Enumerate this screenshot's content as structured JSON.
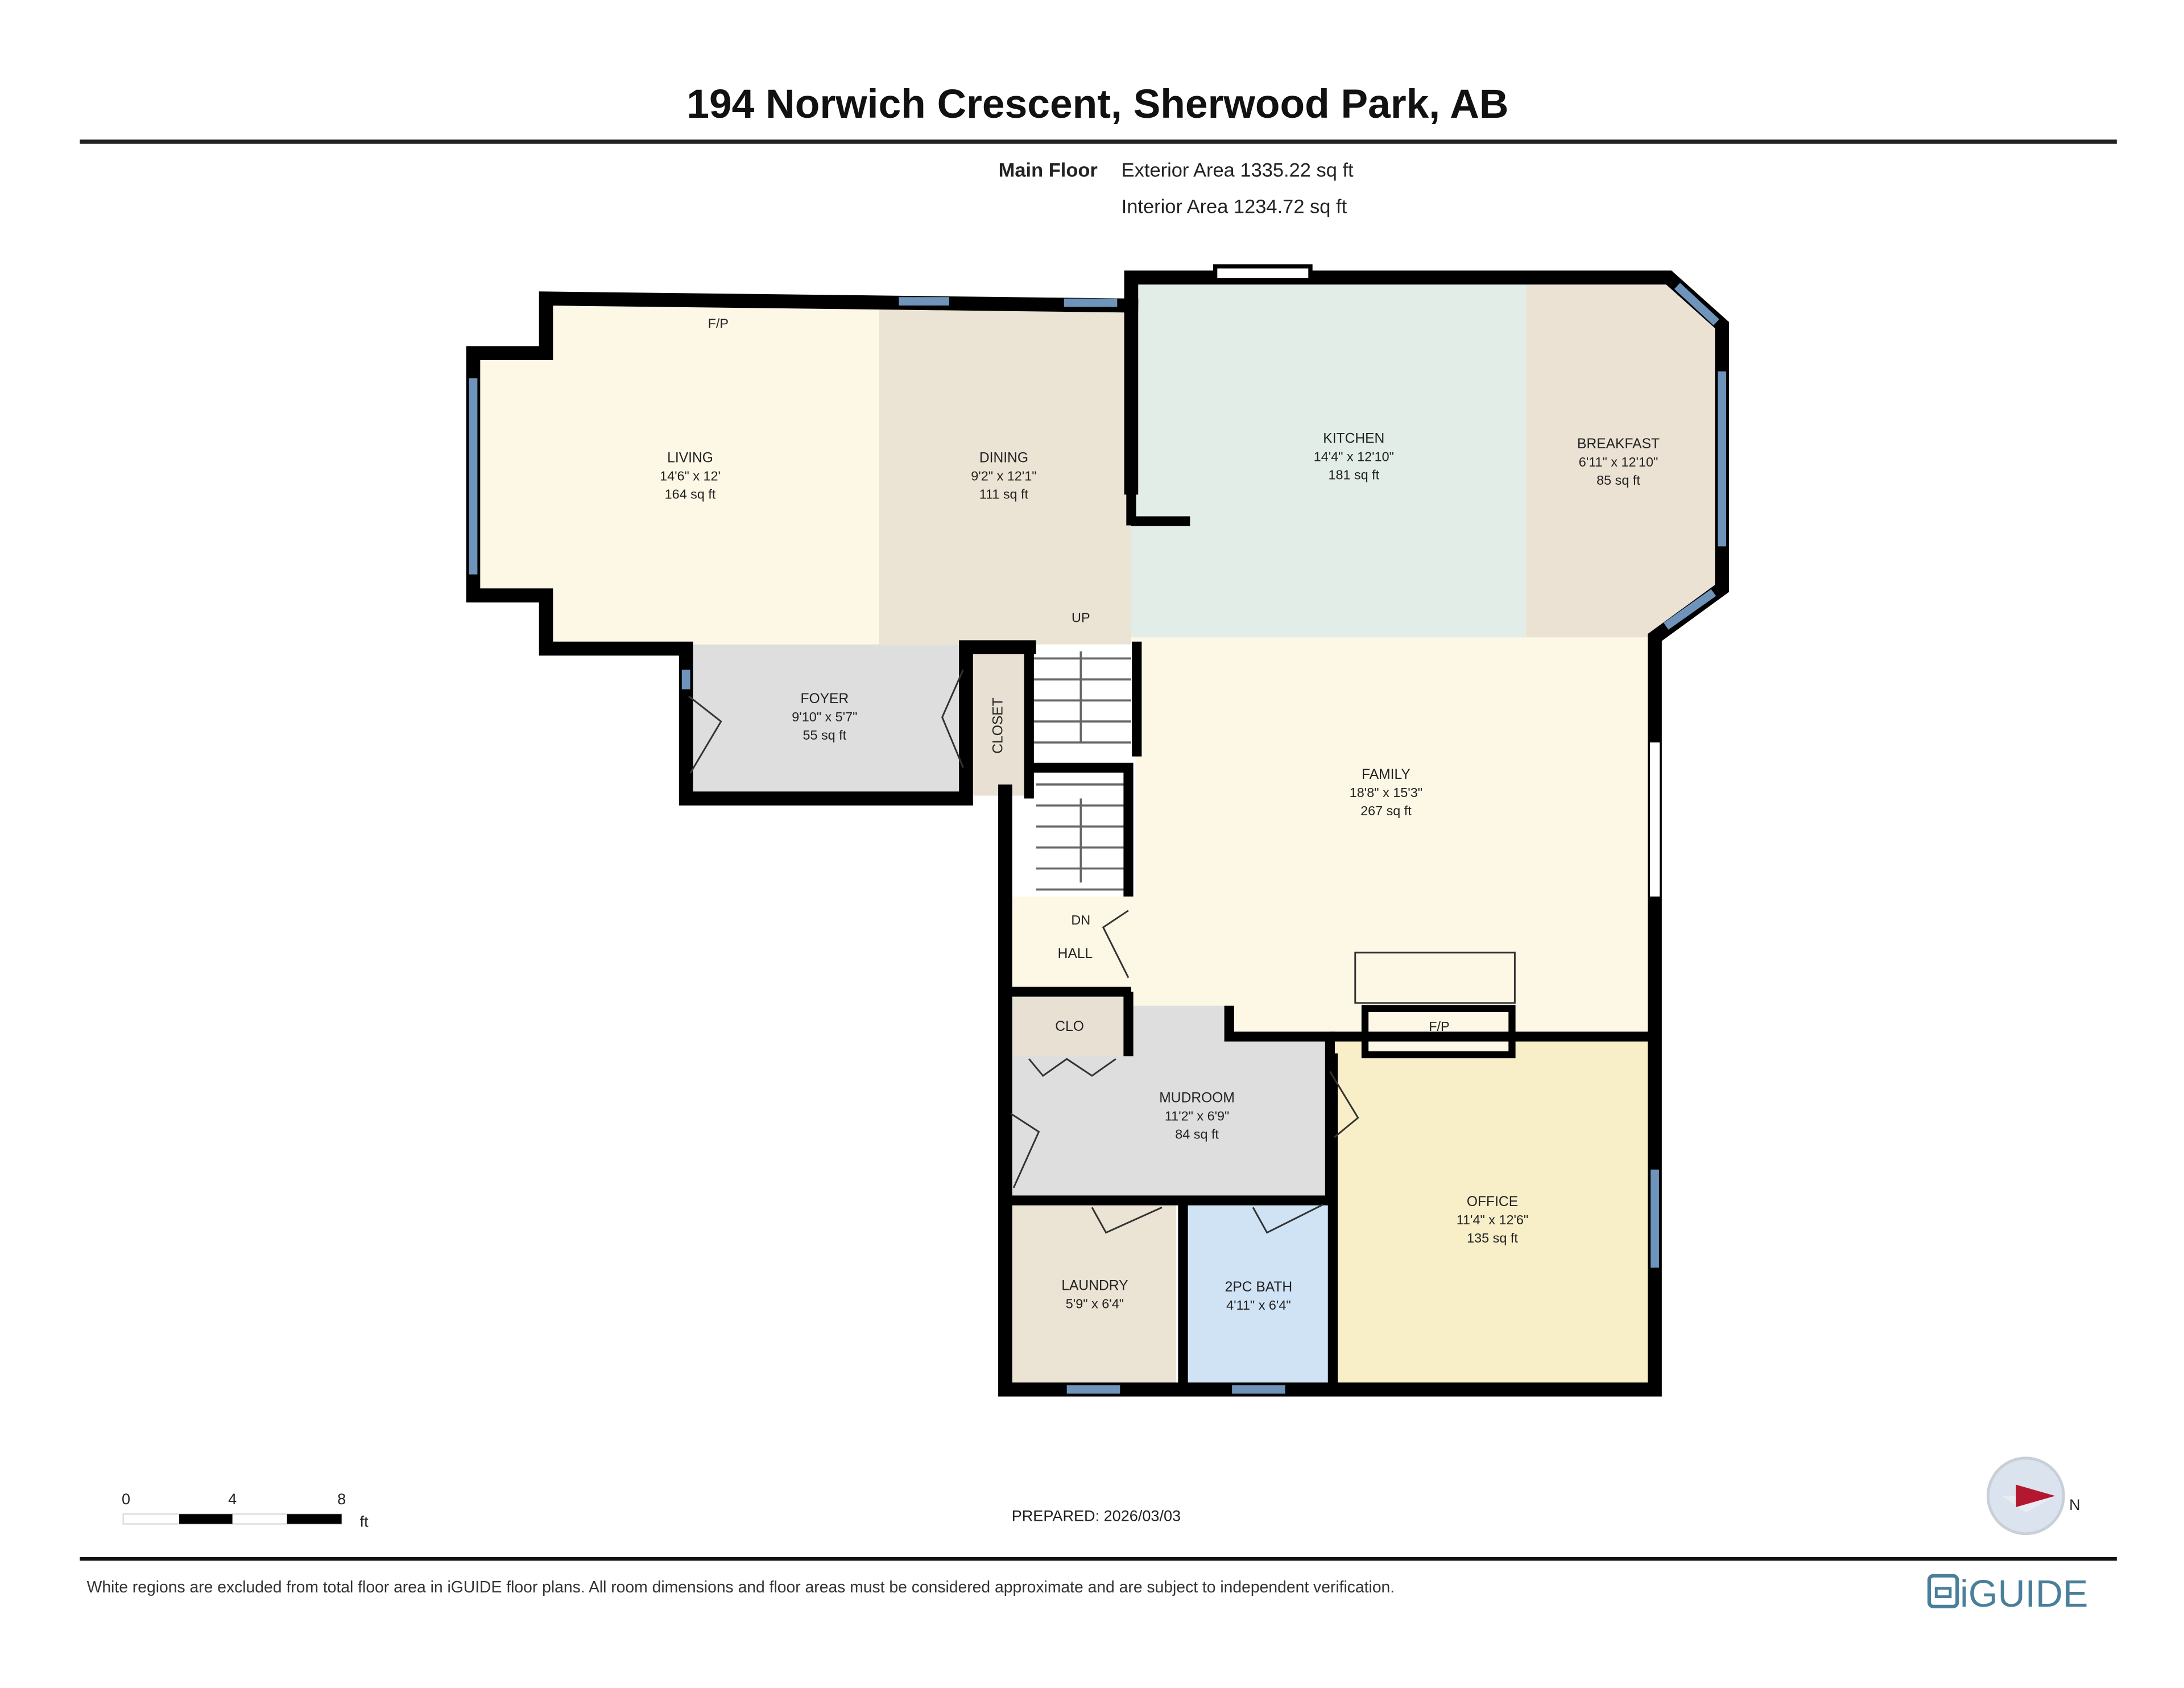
{
  "header": {
    "address": "194 Norwich Crescent, Sherwood Park, AB",
    "floor": "Main Floor",
    "exterior_area": "Exterior Area 1335.22 sq ft",
    "interior_area": "Interior Area 1234.72 sq ft"
  },
  "rooms": {
    "living": {
      "name": "LIVING",
      "dims": "14'6\" x 12'",
      "area": "164 sq ft",
      "color": "#fdf8e6"
    },
    "dining": {
      "name": "DINING",
      "dims": "9'2\" x 12'1\"",
      "area": "111 sq ft",
      "color": "#ebe3d3"
    },
    "kitchen": {
      "name": "KITCHEN",
      "dims": "14'4\" x 12'10\"",
      "area": "181 sq ft",
      "color": "#e3ede8"
    },
    "breakfast": {
      "name": "BREAKFAST",
      "dims": "6'11\" x 12'10\"",
      "area": "85 sq ft",
      "color": "#ebe2d4"
    },
    "foyer": {
      "name": "FOYER",
      "dims": "9'10\" x 5'7\"",
      "area": "55 sq ft",
      "color": "#dedede"
    },
    "closet": {
      "name": "CLOSET",
      "color": "#e8e0d2"
    },
    "family": {
      "name": "FAMILY",
      "dims": "18'8\" x 15'3\"",
      "area": "267 sq ft",
      "color": "#fdf8e6"
    },
    "hall": {
      "name": "HALL",
      "color": "#fdf8e6"
    },
    "clo": {
      "name": "CLO",
      "color": "#e8e0d2"
    },
    "mudroom": {
      "name": "MUDROOM",
      "dims": "11'2\" x 6'9\"",
      "area": "84 sq ft",
      "color": "#dedede"
    },
    "laundry": {
      "name": "LAUNDRY",
      "dims": "5'9\" x 6'4\"",
      "color": "#ebe3d3"
    },
    "bath": {
      "name": "2PC BATH",
      "dims": "4'11\" x 6'4\"",
      "color": "#cfe3f5"
    },
    "office": {
      "name": "OFFICE",
      "dims": "11'4\" x 12'6\"",
      "area": "135 sq ft",
      "color": "#f8efc9"
    }
  },
  "labels": {
    "fp_living": "F/P",
    "fp_family": "F/P",
    "up": "UP",
    "dn": "DN"
  },
  "scale": {
    "ticks": [
      "0",
      "4",
      "8"
    ],
    "unit": "ft"
  },
  "compass": {
    "label": "N"
  },
  "footer": {
    "prepared": "PREPARED: 2026/03/03",
    "disclaimer": "White regions are excluded from total floor area in iGUIDE floor plans. All room dimensions and floor areas must be considered approximate and are subject to independent verification.",
    "brand": "iGUIDE",
    "brand_color": "#4a7f9a"
  }
}
